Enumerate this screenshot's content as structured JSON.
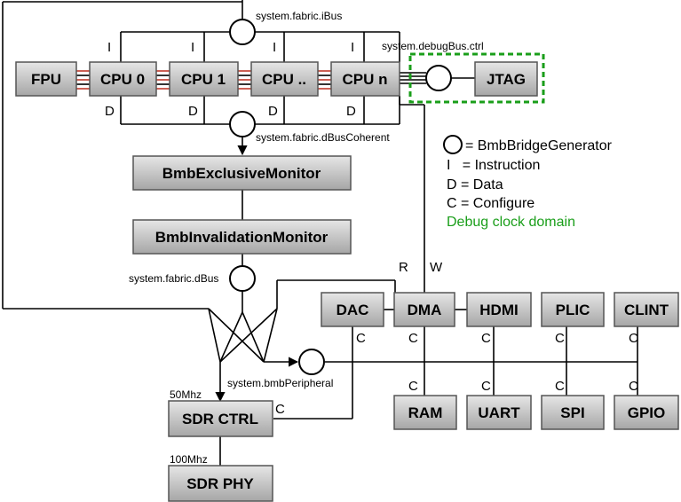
{
  "boxes": {
    "fpu": "FPU",
    "cpu0": "CPU 0",
    "cpu1": "CPU 1",
    "cpudots": "CPU ..",
    "cpun": "CPU n",
    "jtag": "JTAG",
    "exclusive": "BmbExclusiveMonitor",
    "invalidation": "BmbInvalidationMonitor",
    "dac": "DAC",
    "dma": "DMA",
    "hdmi": "HDMI",
    "plic": "PLIC",
    "clint": "CLINT",
    "ram": "RAM",
    "uart": "UART",
    "spi": "SPI",
    "gpio": "GPIO",
    "sdrctrl": "SDR CTRL",
    "sdrphy": "SDR PHY"
  },
  "labels": {
    "ibus": "system.fabric.iBus",
    "debugbus": "system.debugBus.ctrl",
    "dbuscoherent": "system.fabric.dBusCoherent",
    "dbus": "system.fabric.dBus",
    "bmbperipheral": "system.bmbPeripheral",
    "clk50": "50Mhz",
    "clk100": "100Mhz"
  },
  "ports": {
    "i": "I",
    "d": "D",
    "c": "C",
    "r": "R",
    "w": "W"
  },
  "legend": {
    "bridge": "= BmbBridgeGenerator",
    "instruction": "I   = Instruction",
    "data": "D = Data",
    "configure": "C = Configure",
    "debug": "Debug clock domain"
  },
  "colors": {
    "box_fill_top": "#e6e6e6",
    "box_fill_bottom": "#a6a6a6",
    "debug_green": "#1a9e1a",
    "cpu_link_red": "#c0392b"
  }
}
